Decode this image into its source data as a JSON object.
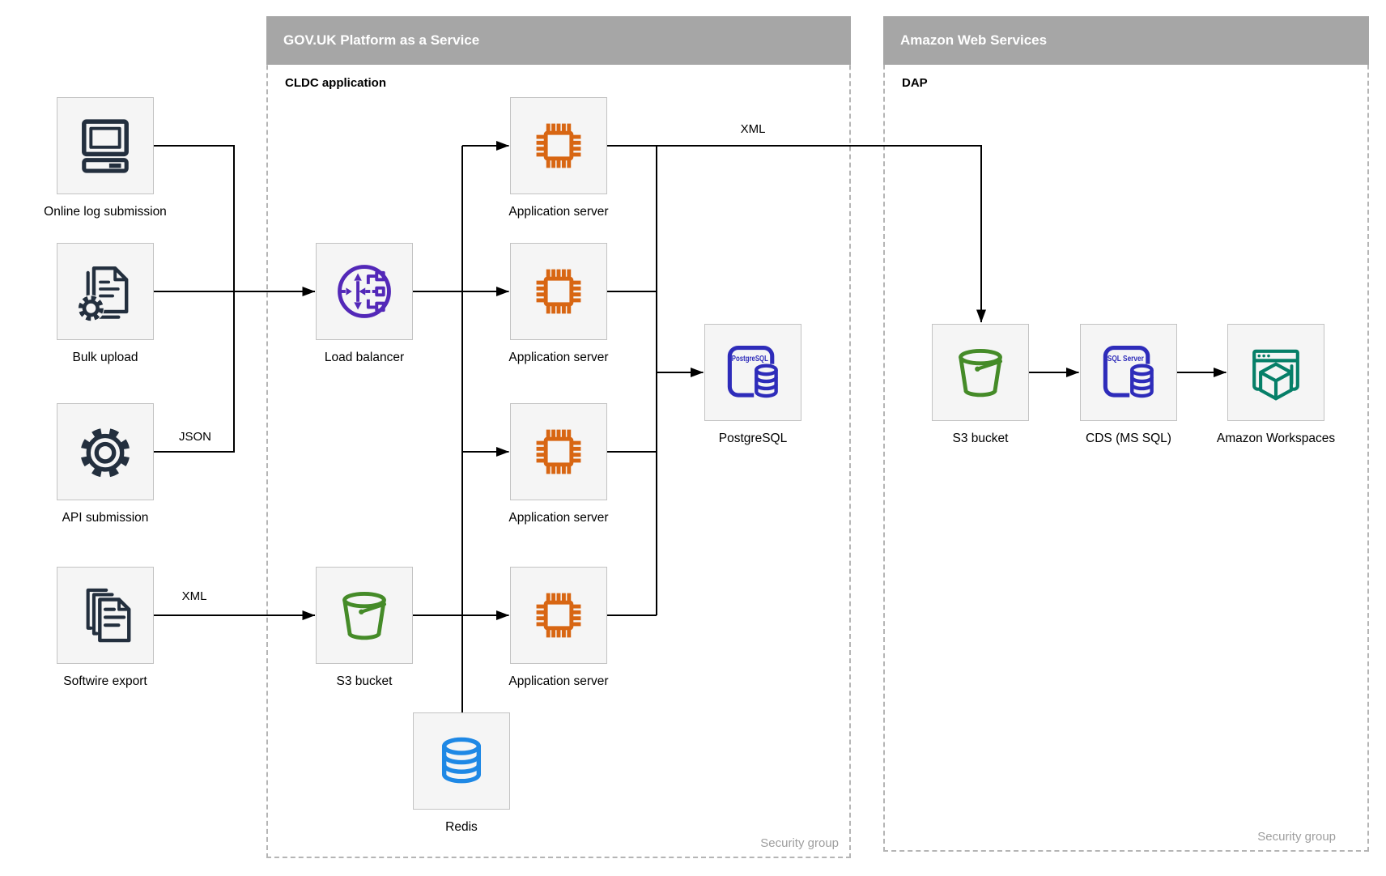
{
  "containers": [
    {
      "id": "govuk-paas",
      "title": "GOV.UK Platform as a Service",
      "subtitle": "CLDC application",
      "footer_label": "Security group"
    },
    {
      "id": "aws",
      "title": "Amazon Web Services",
      "subtitle": "DAP",
      "footer_label": "Security group"
    }
  ],
  "nodes": [
    {
      "id": "online-log-submission",
      "label": "Online log submission",
      "icon": "desktop-computer-icon",
      "icon_color": "#232f3e"
    },
    {
      "id": "bulk-upload",
      "label": "Bulk upload",
      "icon": "document-gear-icon",
      "icon_color": "#232f3e"
    },
    {
      "id": "api-submission",
      "label": "API submission",
      "icon": "gear-icon",
      "icon_color": "#232f3e"
    },
    {
      "id": "softwire-export",
      "label": "Softwire export",
      "icon": "documents-icon",
      "icon_color": "#232f3e"
    },
    {
      "id": "load-balancer",
      "label": "Load balancer",
      "icon": "load-balancer-icon",
      "icon_color": "#5328b8"
    },
    {
      "id": "s3-bucket-paas",
      "label": "S3 bucket",
      "icon": "bucket-icon",
      "icon_color": "#458b28"
    },
    {
      "id": "application-server-1",
      "label": "Application server",
      "icon": "processor-chip-icon",
      "icon_color": "#d86613"
    },
    {
      "id": "application-server-2",
      "label": "Application server",
      "icon": "processor-chip-icon",
      "icon_color": "#d86613"
    },
    {
      "id": "application-server-3",
      "label": "Application server",
      "icon": "processor-chip-icon",
      "icon_color": "#d86613"
    },
    {
      "id": "application-server-4",
      "label": "Application server",
      "icon": "processor-chip-icon",
      "icon_color": "#d86613"
    },
    {
      "id": "redis",
      "label": "Redis",
      "icon": "database-cylinder-icon",
      "icon_color": "#1e88e5"
    },
    {
      "id": "postgresql",
      "label": "PostgreSQL",
      "icon": "database-card-icon",
      "icon_text": "PostgreSQL",
      "icon_color": "#2e2cba"
    },
    {
      "id": "s3-bucket-dap",
      "label": "S3 bucket",
      "icon": "bucket-icon",
      "icon_color": "#458b28"
    },
    {
      "id": "cds-ms-sql",
      "label": "CDS (MS SQL)",
      "icon": "database-card-icon",
      "icon_text": "SQL Server",
      "icon_color": "#2e2cba"
    },
    {
      "id": "amazon-workspaces",
      "label": "Amazon Workspaces",
      "icon": "workspaces-icon",
      "icon_color": "#067f68"
    }
  ],
  "edge_labels": {
    "json": "JSON",
    "xml_softwire": "XML",
    "xml_to_dap": "XML"
  },
  "colors": {
    "container_header_bg": "#a6a6a6",
    "container_header_text": "#ffffff",
    "container_border": "#b5b5b5",
    "node_fill": "#f5f5f5",
    "node_border": "#c3c3c3",
    "connector": "#000000",
    "security_group_text": "#9e9e9e"
  }
}
